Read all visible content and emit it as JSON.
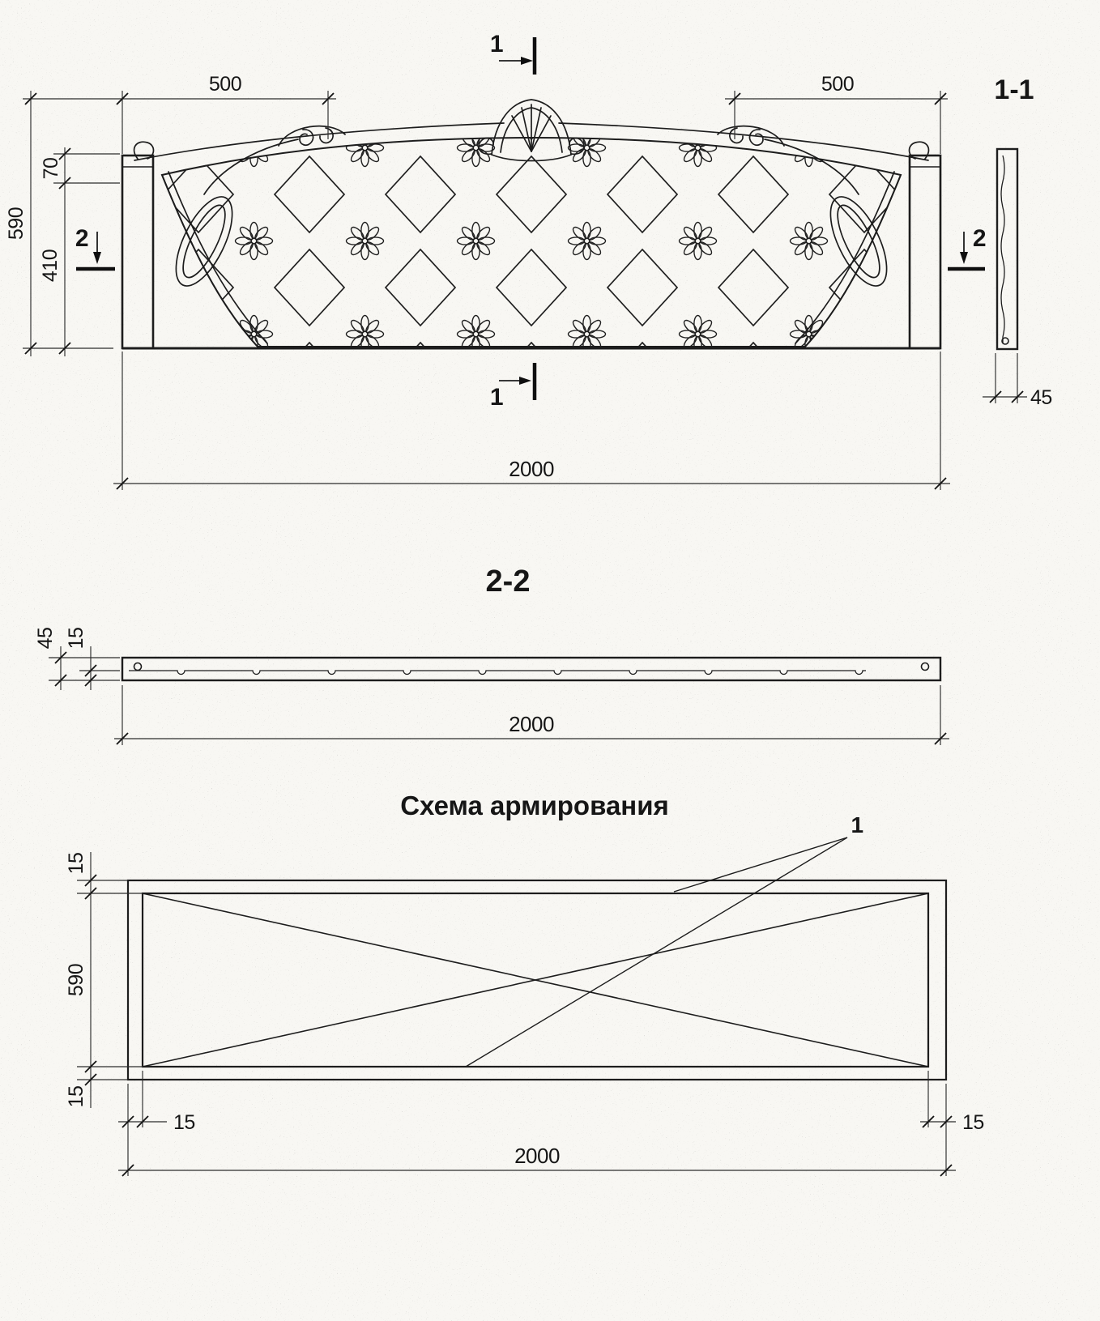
{
  "colors": {
    "ink": "#1d1d1d",
    "paper": "#f8f7f3"
  },
  "elevation": {
    "section1_top": "1",
    "section1_bottom": "1",
    "section2_left": "2",
    "section2_right": "2",
    "dim_500_left": "500",
    "dim_500_right": "500",
    "dim_590": "590",
    "dim_70": "70",
    "dim_410": "410",
    "dim_2000": "2000"
  },
  "section_1_1": {
    "title": "1-1",
    "dim_45": "45"
  },
  "section_2_2": {
    "title": "2-2",
    "dim_45": "45",
    "dim_15": "15",
    "dim_2000": "2000"
  },
  "reinforcement": {
    "title": "Схема армирования",
    "callout_1": "1",
    "dim_15_top": "15",
    "dim_590": "590",
    "dim_15_bottom": "15",
    "dim_15_left": "15",
    "dim_15_right": "15",
    "dim_2000": "2000"
  }
}
